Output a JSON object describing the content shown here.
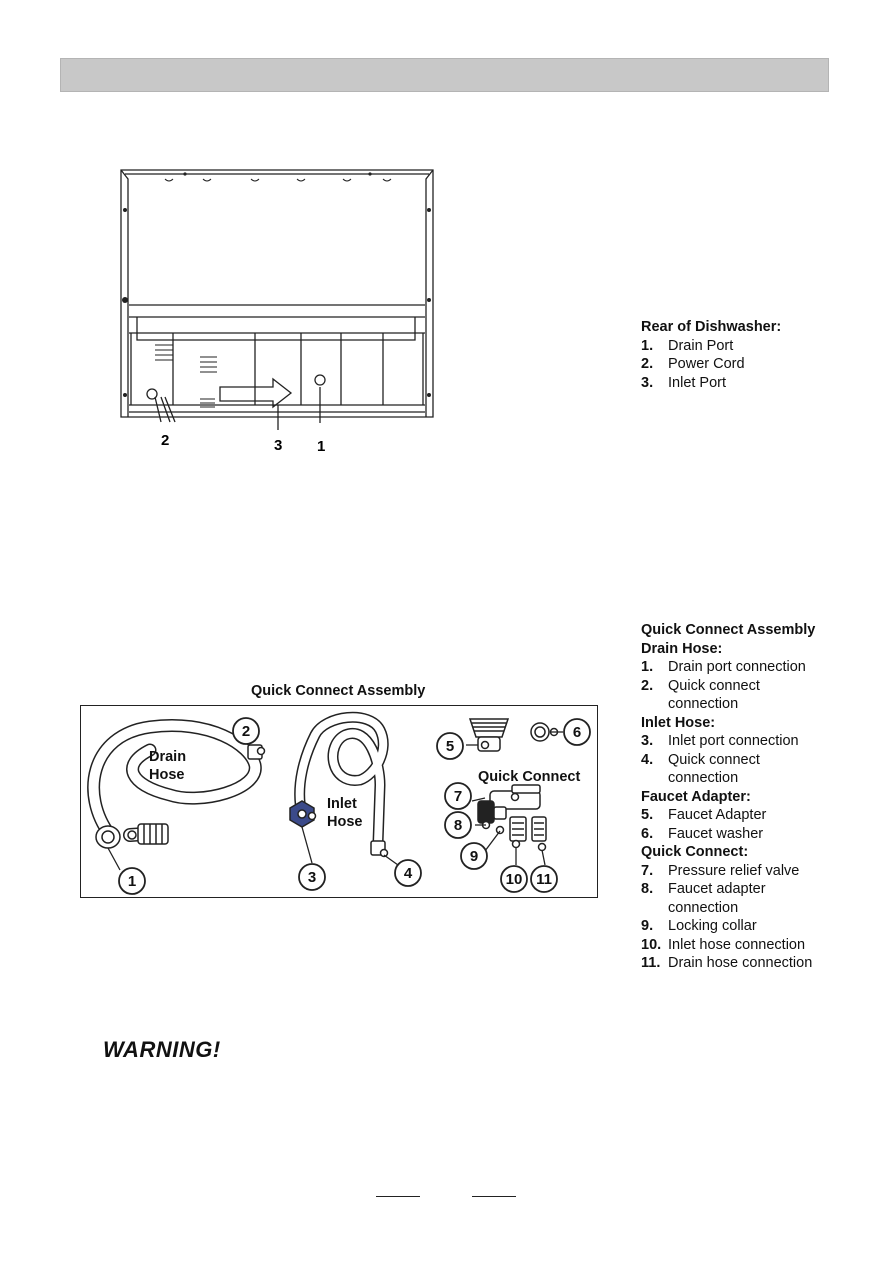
{
  "rear": {
    "title": "Rear of Dishwasher:",
    "items": [
      {
        "num": "1.",
        "text": "Drain Port"
      },
      {
        "num": "2.",
        "text": "Power Cord"
      },
      {
        "num": "3.",
        "text": "Inlet Port"
      }
    ],
    "callouts": [
      "2",
      "3",
      "1"
    ]
  },
  "assembly": {
    "figure_title": "Quick Connect Assembly",
    "labels": {
      "drain_hose_1": "Drain",
      "drain_hose_2": "Hose",
      "inlet_hose_1": "Inlet",
      "inlet_hose_2": "Hose",
      "quick_connect": "Quick Connect"
    },
    "callouts": [
      "1",
      "2",
      "3",
      "4",
      "5",
      "6",
      "7",
      "8",
      "9",
      "10",
      "11"
    ]
  },
  "legend": {
    "title": "Quick Connect Assembly",
    "sections": [
      {
        "heading": "Drain Hose:",
        "items": [
          {
            "num": "1.",
            "lines": [
              "Drain port connection"
            ]
          },
          {
            "num": "2.",
            "lines": [
              "Quick connect",
              "connection"
            ]
          }
        ]
      },
      {
        "heading": "Inlet Hose:",
        "items": [
          {
            "num": "3.",
            "lines": [
              "Inlet port connection"
            ]
          },
          {
            "num": "4.",
            "lines": [
              "Quick connect",
              "connection"
            ]
          }
        ]
      },
      {
        "heading": "Faucet Adapter:",
        "items": [
          {
            "num": "5.",
            "lines": [
              "Faucet Adapter"
            ]
          },
          {
            "num": "6.",
            "lines": [
              "Faucet washer"
            ]
          }
        ]
      },
      {
        "heading": "Quick Connect:",
        "items": [
          {
            "num": "7.",
            "lines": [
              "Pressure relief valve"
            ]
          },
          {
            "num": "8.",
            "lines": [
              "Faucet adapter",
              "connection"
            ]
          },
          {
            "num": "9.",
            "lines": [
              "Locking collar"
            ]
          },
          {
            "num": "10.",
            "lines": [
              "Inlet hose connection"
            ]
          },
          {
            "num": "11.",
            "lines": [
              "Drain hose connection"
            ]
          }
        ]
      }
    ]
  },
  "warning": "WARNING!"
}
